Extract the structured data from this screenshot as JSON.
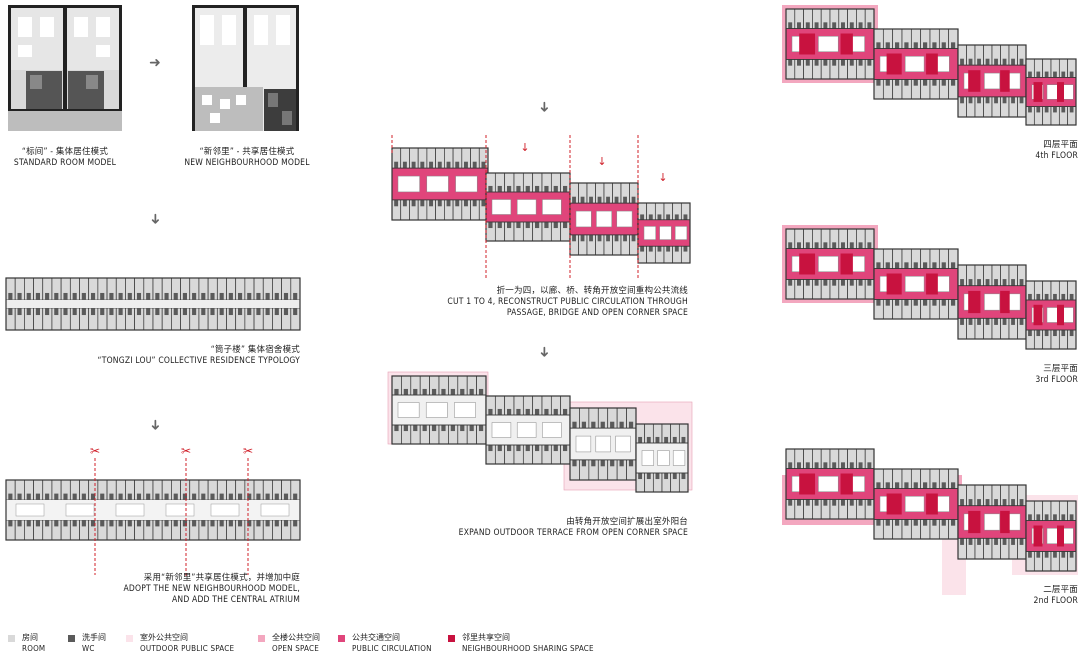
{
  "captions": {
    "standard_room": {
      "cn": "“标间” - 集体居住模式",
      "en": "STANDARD ROOM MODEL"
    },
    "new_neighbourhood": {
      "cn": "“新邻里” - 共享居住模式",
      "en": "NEW NEIGHBOURHOOD MODEL"
    },
    "tongzi_lou": {
      "cn": "“筒子楼” 集体宿舍模式",
      "en": "“TONGZI LOU” COLLECTIVE RESIDENCE TYPOLOGY"
    },
    "adopt": {
      "cn": "采用“新邻里”共享居住模式，并增加中庭",
      "en1": "ADOPT THE NEW  NEIGHBOURHOOD MODEL,",
      "en2": "AND ADD THE  CENTRAL ATRIUM"
    },
    "cut": {
      "cn": "折一为四，以廊、桥、转角开放空间重构公共流线",
      "en1": "CUT 1 TO 4, RECONSTRUCT PUBLIC CIRCULATION THROUGH",
      "en2": "PASSAGE, BRIDGE AND OPEN CORNER SPACE"
    },
    "expand": {
      "cn": "由转角开放空间扩展出室外阳台",
      "en": "EXPAND OUTDOOR TERRACE FROM OPEN CORNER SPACE"
    },
    "floor4": {
      "cn": "四层平面",
      "en": "4th FLOOR"
    },
    "floor3": {
      "cn": "三层平面",
      "en": "3rd FLOOR"
    },
    "floor2": {
      "cn": "二层平面",
      "en": "2nd FLOOR"
    }
  },
  "legend": [
    {
      "cn": "房间",
      "en": "ROOM",
      "color": "#d9d9d9"
    },
    {
      "cn": "洗手间",
      "en": "WC",
      "color": "#5a5a5a"
    },
    {
      "cn": "室外公共空间",
      "en": "OUTDOOR PUBLIC SPACE",
      "color": "#fbe3ea"
    },
    {
      "cn": "全楼公共空间",
      "en": "OPEN SPACE",
      "color": "#f3a7bf"
    },
    {
      "cn": "公共交通空间",
      "en": "PUBLIC CIRCULATION",
      "color": "#e0457b"
    },
    {
      "cn": "邻里共享空间",
      "en": "NEIGHBOURHOOD SHARING SPACE",
      "color": "#c8123f"
    }
  ],
  "icons": {
    "arrow": "arrow-icon",
    "scissors": "scissors-icon",
    "cut_marker": "red-down-arrow-icon"
  },
  "colors": {
    "room": "#d9d9d9",
    "wc": "#5a5a5a",
    "outdoor": "#fbe3ea",
    "open": "#f3a7bf",
    "circulation": "#e0457b",
    "sharing": "#c8123f",
    "wall": "#333333",
    "cut_line": "#d0202a"
  }
}
